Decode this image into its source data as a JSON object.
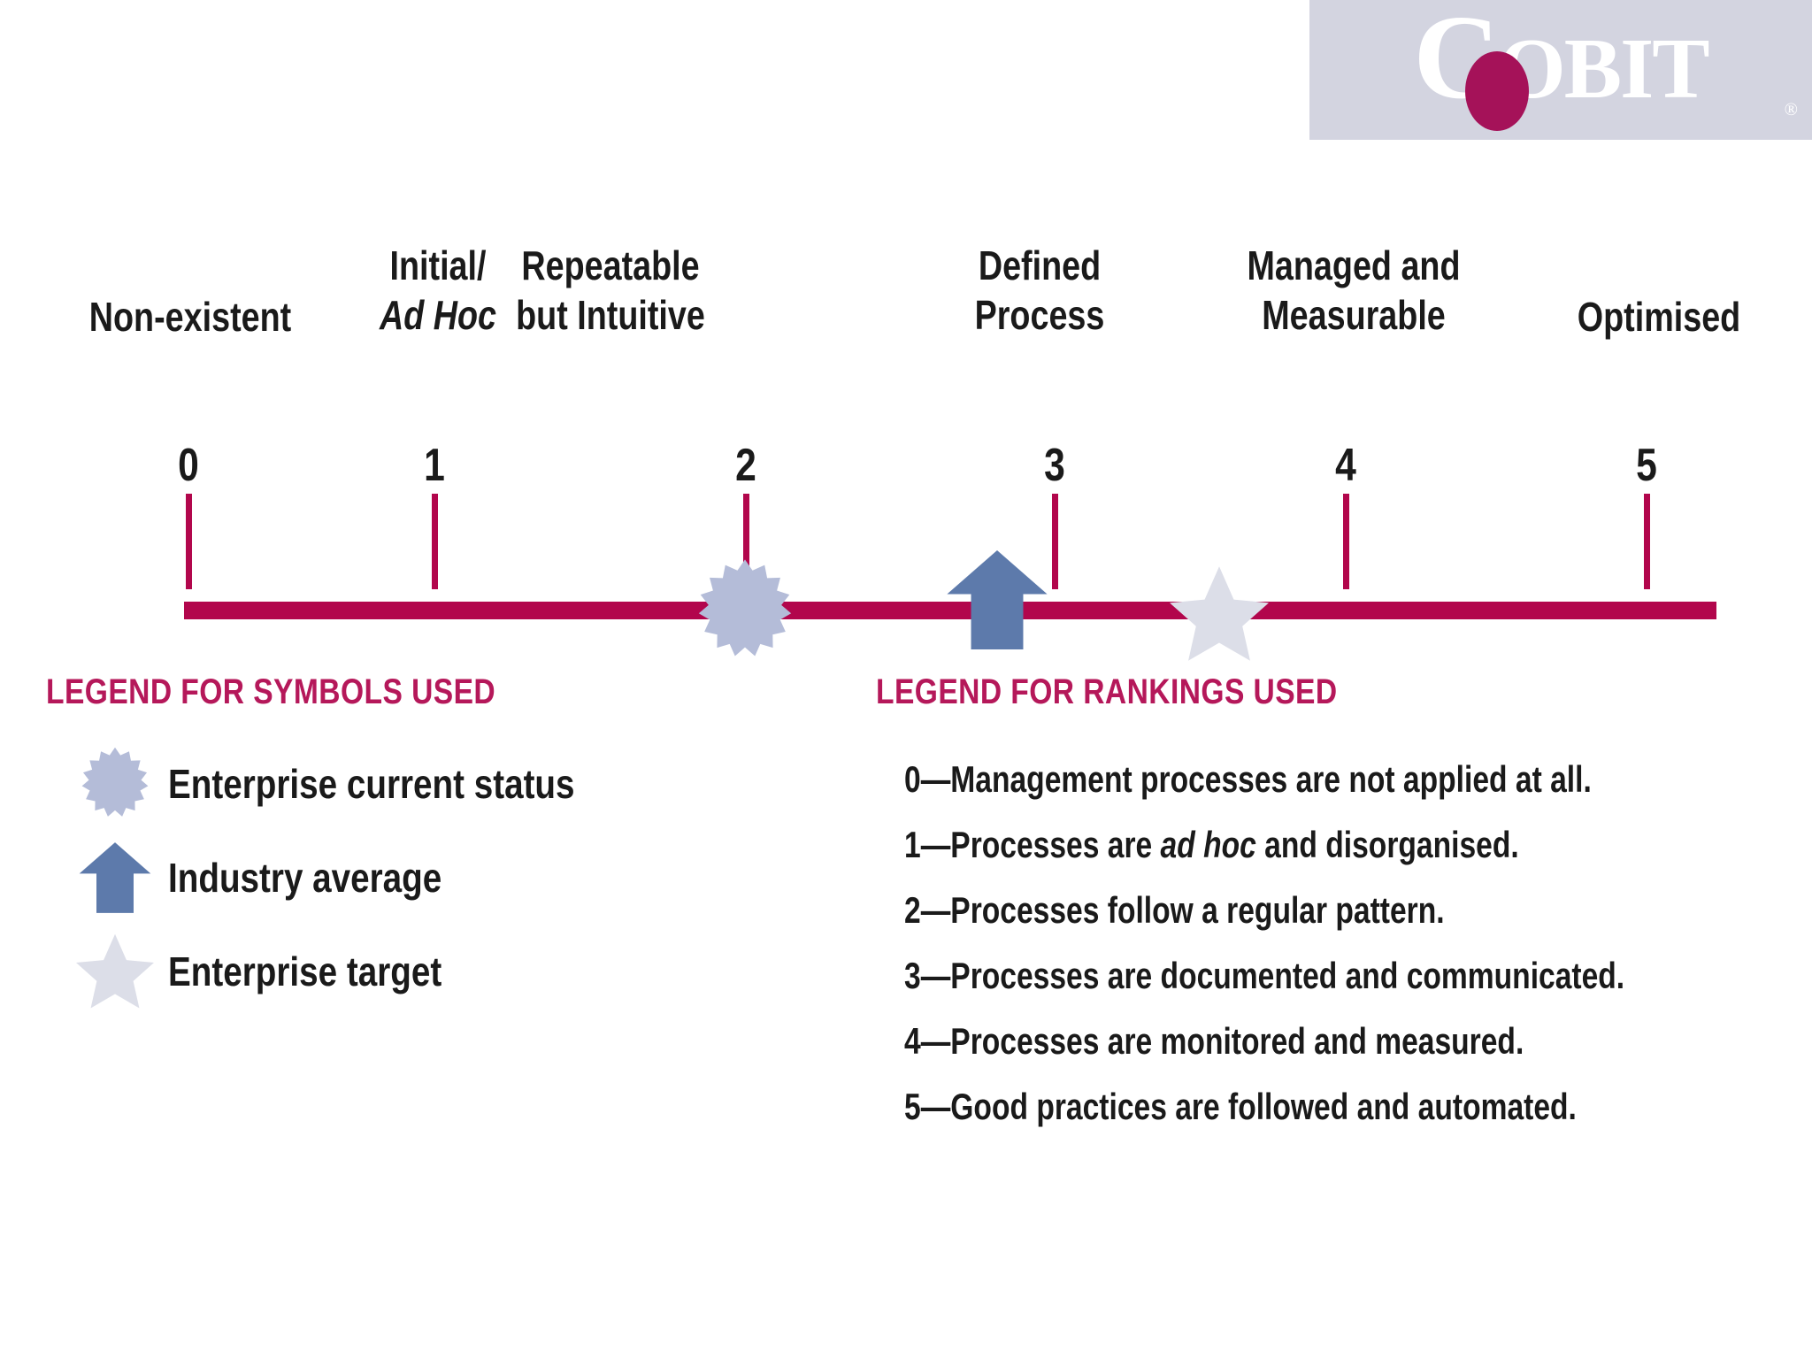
{
  "logo": {
    "name": "COBIT",
    "part_c": "C",
    "part_obit": "OBIT",
    "registered_mark": "®",
    "background_color": "#d3d4e0",
    "letter_color": "#ffffff",
    "oval_color": "#a51259"
  },
  "colors": {
    "axis": "#b2064c",
    "legend_heading": "#b5185a",
    "text": "#1a1a1a",
    "current_status": "#b4bcd8",
    "industry_average": "#5d7aab",
    "target": "#dcdee8"
  },
  "scale": {
    "labels": [
      {
        "line1": "Non-existent",
        "line2": "",
        "italic_line2": false
      },
      {
        "line1": "Initial/",
        "line2": "Ad Hoc",
        "italic_line2": true
      },
      {
        "line1": "Repeatable",
        "line2": "but Intuitive",
        "italic_line2": false
      },
      {
        "line1": "Defined",
        "line2": "Process",
        "italic_line2": false
      },
      {
        "line1": "Managed and",
        "line2": "Measurable",
        "italic_line2": false
      },
      {
        "line1": "Optimised",
        "line2": "",
        "italic_line2": false
      }
    ],
    "tick_numbers": [
      "0",
      "1",
      "2",
      "3",
      "4",
      "5"
    ]
  },
  "markers": [
    {
      "symbol": "starburst",
      "label": "Enterprise current status",
      "value": 2
    },
    {
      "symbol": "arrow-up",
      "label": "Industry average",
      "value": 2.8
    },
    {
      "symbol": "star",
      "label": "Enterprise target",
      "value": 3.5
    }
  ],
  "symbols_legend": {
    "heading": "LEGEND FOR SYMBOLS USED",
    "items": [
      {
        "symbol": "starburst",
        "label": "Enterprise current status"
      },
      {
        "symbol": "arrow-up",
        "label": "Industry average"
      },
      {
        "symbol": "star",
        "label": "Enterprise target"
      }
    ]
  },
  "rankings_legend": {
    "heading": "LEGEND FOR RANKINGS USED",
    "items": [
      {
        "num": "0",
        "dash": "—",
        "pre": "Management processes are not applied at all.",
        "italic": "",
        "post": ""
      },
      {
        "num": "1",
        "dash": "—",
        "pre": "Processes are ",
        "italic": "ad hoc",
        "post": " and disorganised."
      },
      {
        "num": "2",
        "dash": "—",
        "pre": "Processes follow a regular pattern.",
        "italic": "",
        "post": ""
      },
      {
        "num": "3",
        "dash": "—",
        "pre": "Processes are documented and communicated.",
        "italic": "",
        "post": ""
      },
      {
        "num": "4",
        "dash": "—",
        "pre": "Processes are monitored and measured.",
        "italic": "",
        "post": ""
      },
      {
        "num": "5",
        "dash": "—",
        "pre": "Good practices are followed and automated.",
        "italic": "",
        "post": ""
      }
    ]
  },
  "chart_data": {
    "type": "scatter",
    "title": "COBIT Maturity Model Scale",
    "xlabel": "",
    "ylabel": "",
    "xlim": [
      0,
      5
    ],
    "grid": false,
    "legend_position": "below-left",
    "categories": [
      "0",
      "1",
      "2",
      "3",
      "4",
      "5"
    ],
    "category_names": [
      "Non-existent",
      "Initial/Ad Hoc",
      "Repeatable but Intuitive",
      "Defined Process",
      "Managed and Measurable",
      "Optimised"
    ],
    "series": [
      {
        "name": "Enterprise current status",
        "values": [
          2
        ],
        "marker": "starburst",
        "color": "#b4bcd8"
      },
      {
        "name": "Industry average",
        "values": [
          2.8
        ],
        "marker": "arrow-up",
        "color": "#5d7aab"
      },
      {
        "name": "Enterprise target",
        "values": [
          3.5
        ],
        "marker": "star",
        "color": "#dcdee8"
      }
    ],
    "annotations": [
      "0—Management processes are not applied at all.",
      "1—Processes are ad hoc and disorganised.",
      "2—Processes follow a regular pattern.",
      "3—Processes are documented and communicated.",
      "4—Processes are monitored and measured.",
      "5—Good practices are followed and automated."
    ]
  }
}
